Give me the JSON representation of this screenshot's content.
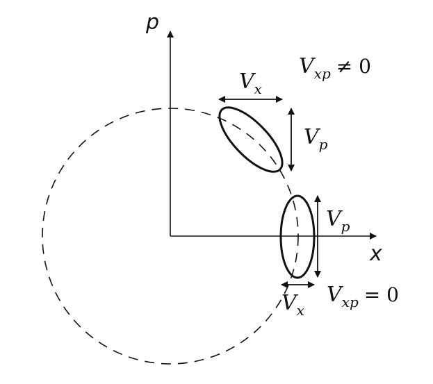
{
  "axes": {
    "x_label": "x",
    "y_label": "p"
  },
  "labels": {
    "top_vx": {
      "main": "V",
      "sub": "x"
    },
    "top_vp": {
      "main": "V",
      "sub": "p"
    },
    "top_cov": {
      "main": "V",
      "sub": "xp",
      "op": "≠ 0"
    },
    "bottom_vp": {
      "main": "V",
      "sub": "p"
    },
    "bottom_vx": {
      "main": "V",
      "sub": "x"
    },
    "bottom_cov": {
      "main": "V",
      "sub": "xp",
      "op": "= 0"
    }
  }
}
